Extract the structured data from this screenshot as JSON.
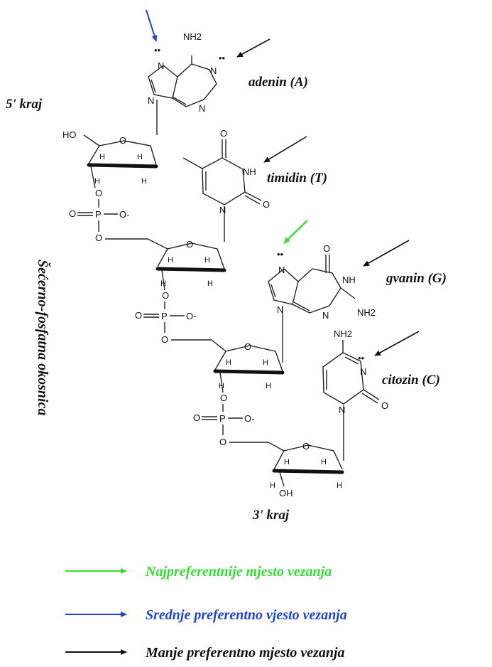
{
  "labels": {
    "adenine": "adenin (A)",
    "thymidine": "timidin (T)",
    "guanine": "gvanin (G)",
    "cytosine": "citozin (C)",
    "five_prime": "5' kraj",
    "three_prime": "3' kraj",
    "backbone": "Šećerno-fosfatna okosnica"
  },
  "atoms": {
    "N": "N",
    "H": "H",
    "O": "O",
    "P": "P",
    "NH": "NH",
    "NH2": "NH2",
    "HO": "HO",
    "OH": "OH",
    "O_minus": "O-",
    "lone_pair": "••"
  },
  "legend": [
    {
      "text": "Najpreferentnije mjesto vezanja",
      "color": "#33dd33"
    },
    {
      "text": "Srednje preferentno vjesto vezanja",
      "color": "#2244cc"
    },
    {
      "text": "Manje preferentno mjesto vezanja",
      "color": "#111111"
    }
  ],
  "colors": {
    "green_arrow": "#33dd33",
    "blue_arrow": "#2244cc",
    "black_arrow": "#111111"
  }
}
